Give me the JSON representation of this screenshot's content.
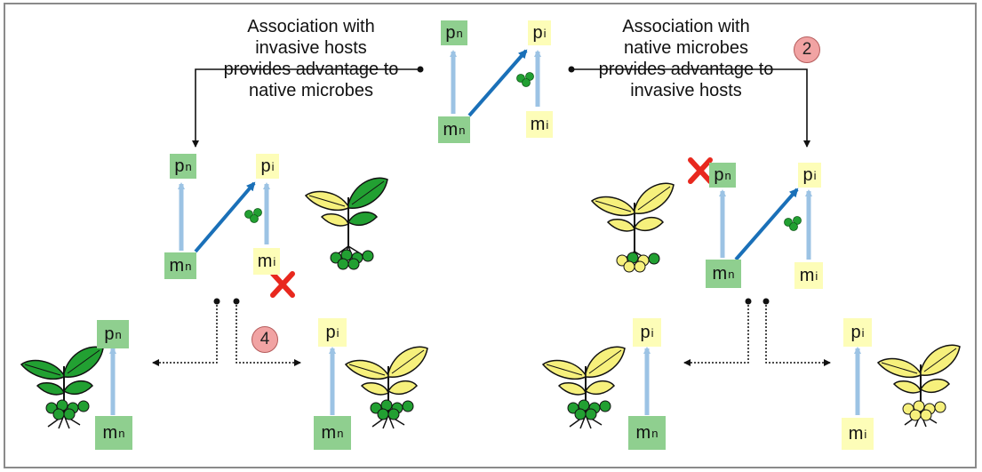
{
  "captions": {
    "left_top": [
      "Association with",
      "invasive hosts",
      "provides advantage to",
      "native microbes"
    ],
    "right_top": [
      "Association with",
      "native microbes",
      "provides advantage to",
      "invasive hosts"
    ]
  },
  "badges": {
    "right": "2",
    "left": "4"
  },
  "symbols": {
    "p": "p",
    "m": "m",
    "n": "n",
    "i": "i"
  },
  "colors": {
    "native_box": "#8fcf8f",
    "invasive_box": "#fdfdb8",
    "vertical_arrow": "#9cc3e4",
    "diagonal_arrow": "#1a70b8",
    "cross": "#e8281e",
    "native_leaf": "#22a032",
    "invasive_leaf": "#f6f07c"
  }
}
